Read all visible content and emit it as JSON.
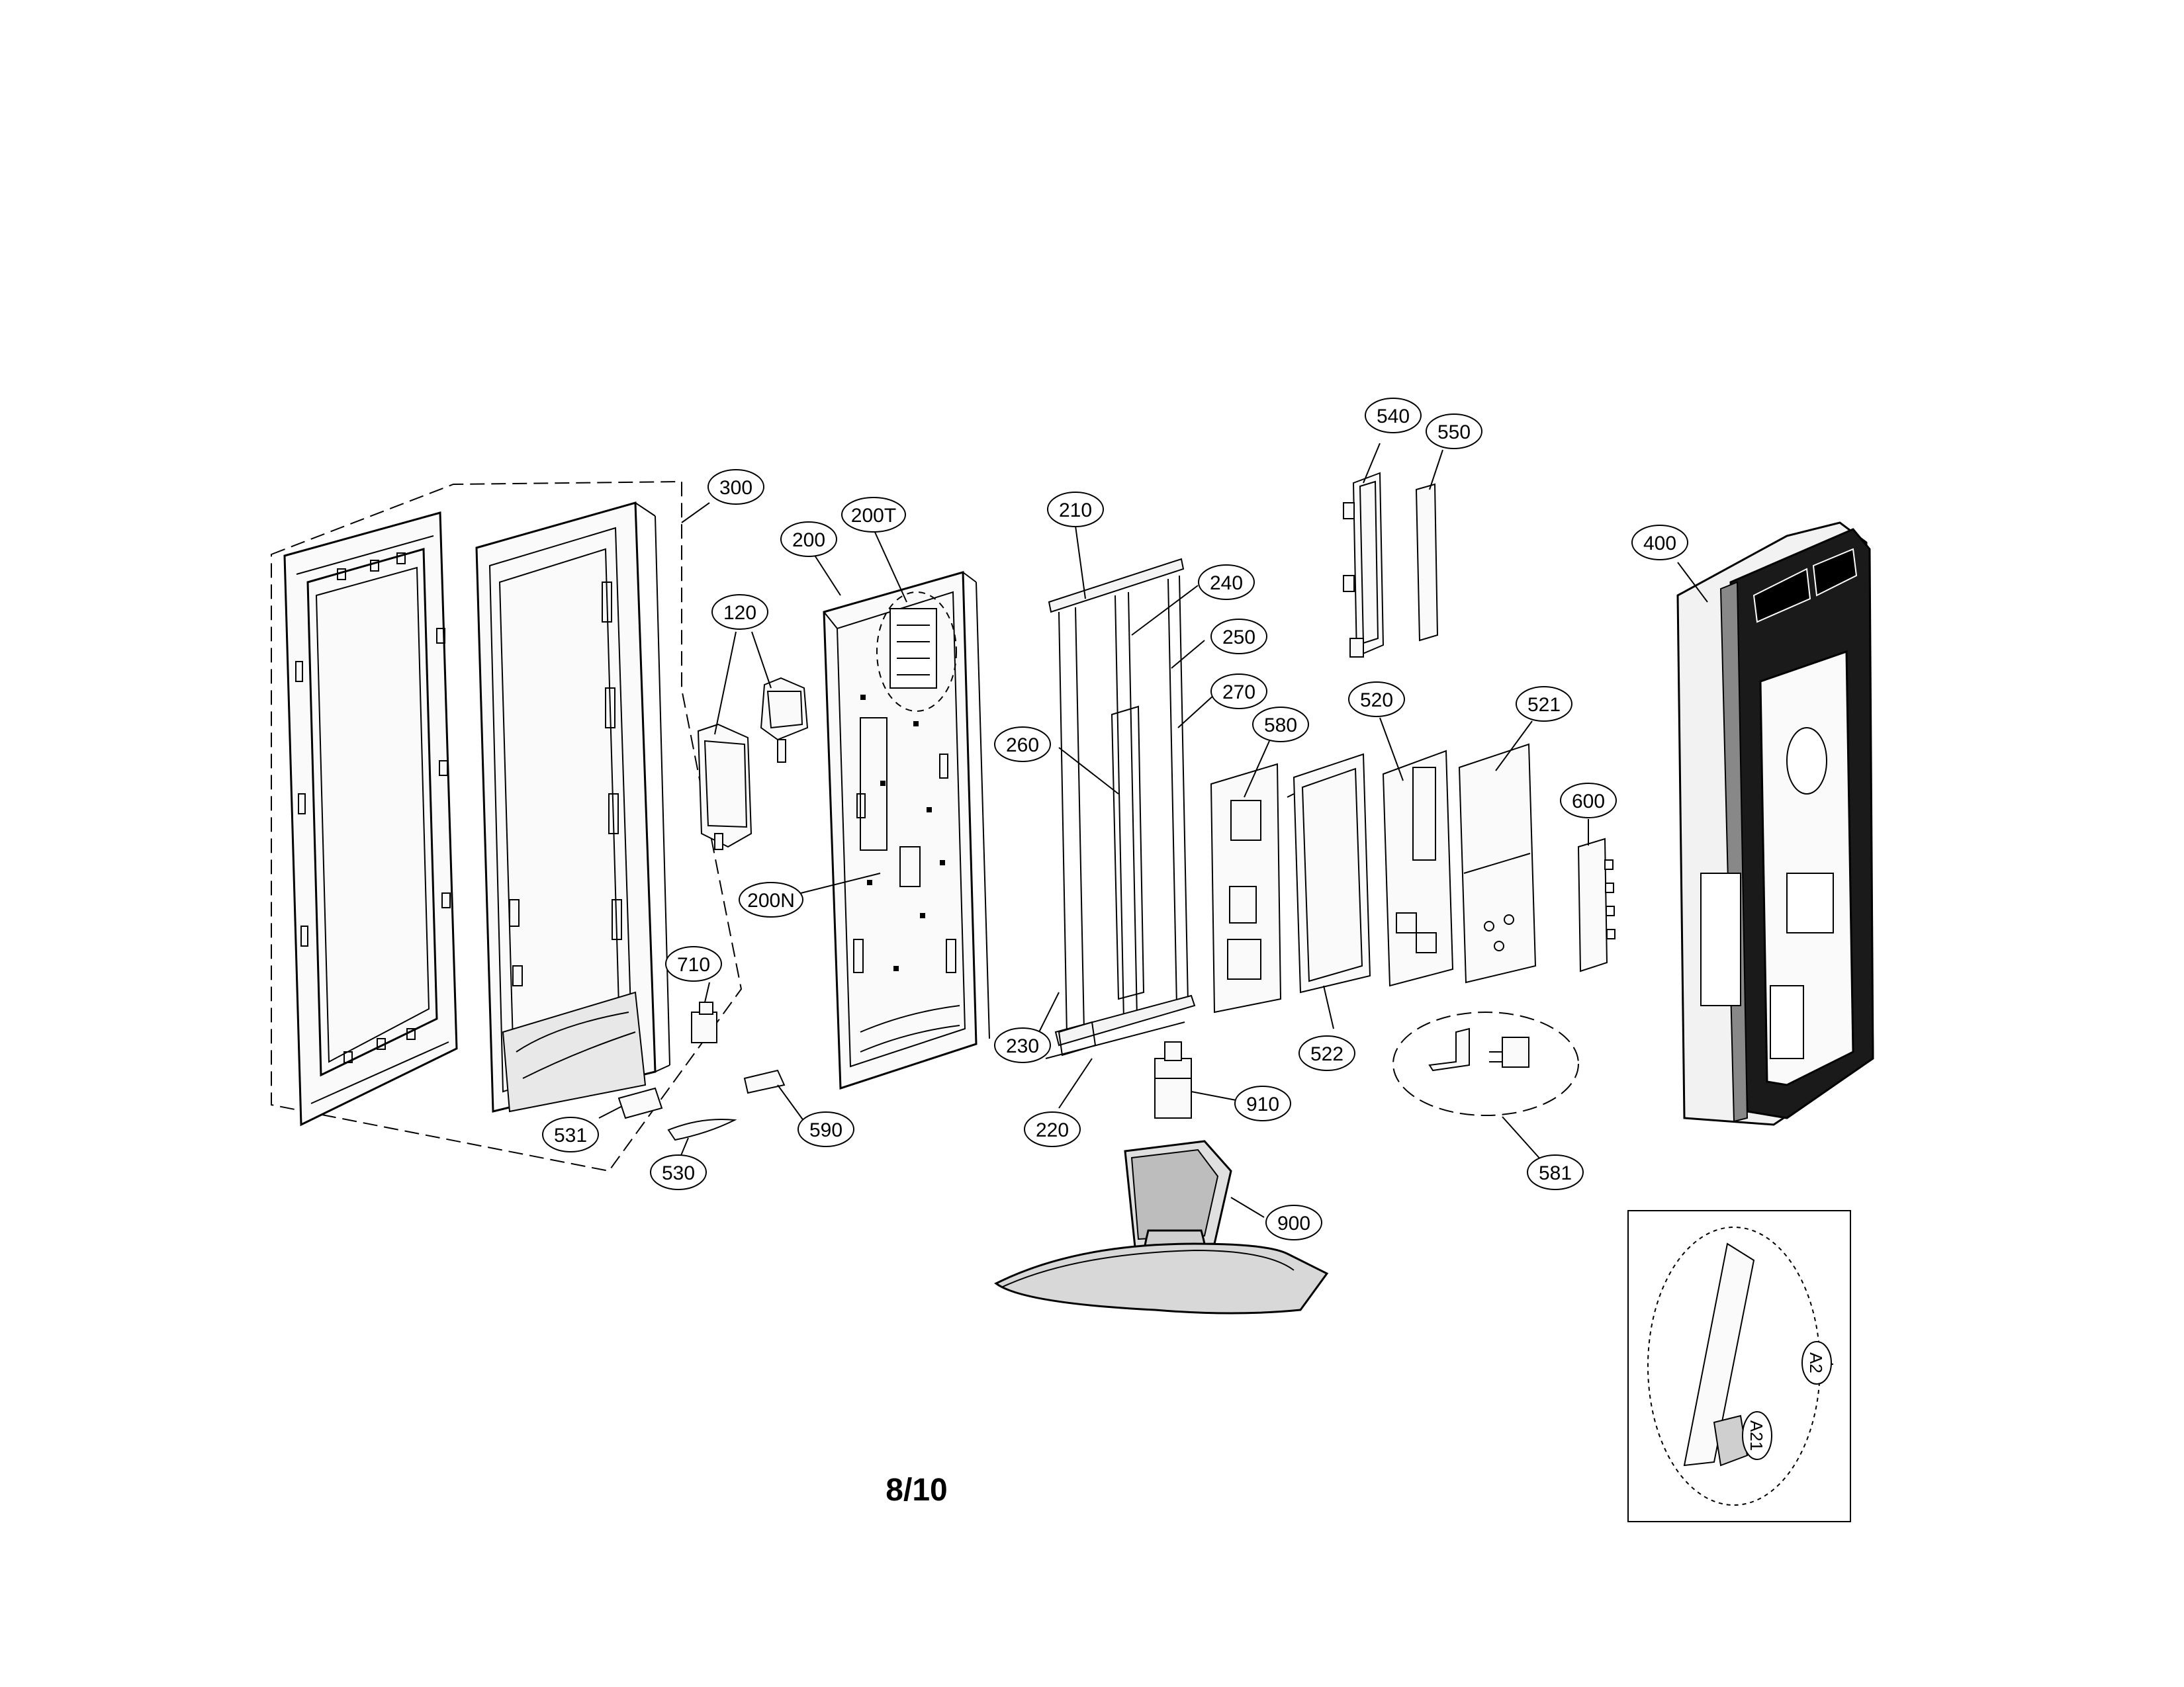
{
  "page_number": "8/10",
  "callouts": {
    "c300": "300",
    "c200": "200",
    "c200T": "200T",
    "c120": "120",
    "c210": "210",
    "c240": "240",
    "c250": "250",
    "c270": "270",
    "c260": "260",
    "c200N": "200N",
    "c580": "580",
    "c540": "540",
    "c550": "550",
    "c520": "520",
    "c521": "521",
    "c400": "400",
    "c600": "600",
    "c710": "710",
    "c230": "230",
    "c522": "522",
    "c531": "531",
    "c590": "590",
    "c220": "220",
    "c910": "910",
    "c581": "581",
    "c530": "530",
    "c900": "900",
    "cA2": "A2",
    "cA21": "A21"
  }
}
